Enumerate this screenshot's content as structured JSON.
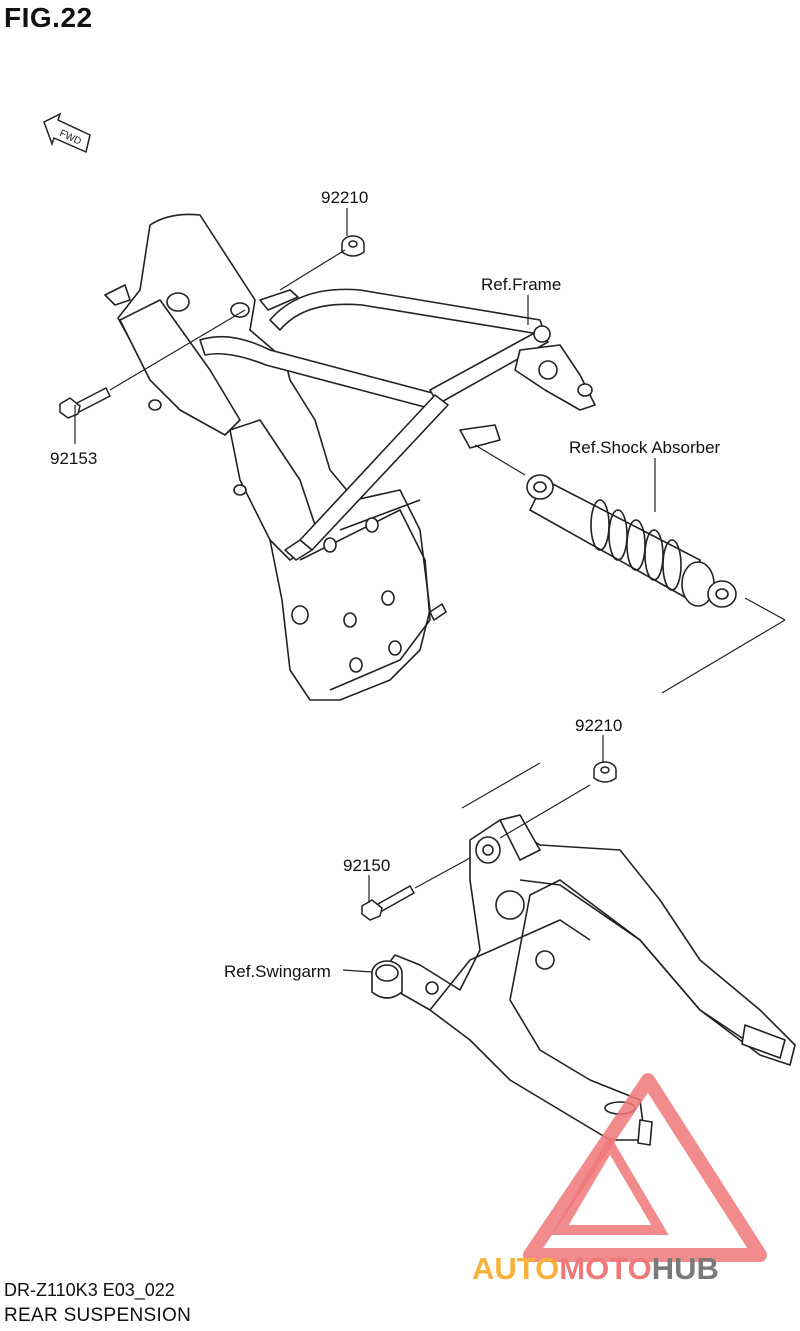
{
  "figure": {
    "title": "FIG.22"
  },
  "footer": {
    "model_code": "DR-Z110K3 E03_022",
    "section_name": "REAR SUSPENSION"
  },
  "fwd_label": "FWD",
  "callouts": {
    "nut_upper": "92210",
    "bolt_upper": "92153",
    "ref_frame": "Ref.Frame",
    "ref_shock": "Ref.Shock Absorber",
    "nut_lower": "92210",
    "bolt_lower": "92150",
    "ref_swingarm": "Ref.Swingarm"
  },
  "watermark": {
    "part1": "AUTO",
    "part2": "MOTO",
    "part3": "HUB",
    "color1": "#f6b23c",
    "color2": "#f07878",
    "color3": "#7a7a7a"
  }
}
